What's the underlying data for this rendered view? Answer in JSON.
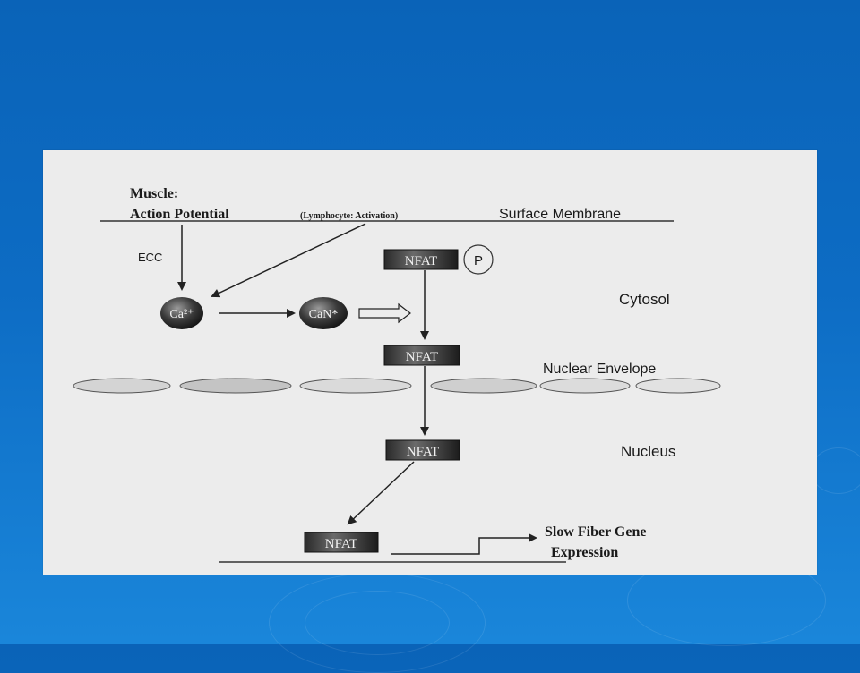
{
  "slide": {
    "background": "#0d6cc4",
    "figure_background": "#ececec"
  },
  "diagram": {
    "muscle_label": "Muscle:",
    "action_potential_label": "Action Potential",
    "lymphocyte_label": "(Lymphocyte: Activation)",
    "surface_membrane_label": "Surface Membrane",
    "ecc_label": "ECC",
    "ca_label": "Ca²⁺",
    "can_label": "CaN*",
    "nfat_label": "NFAT",
    "phosphate_label": "P",
    "cytosol_label": "Cytosol",
    "nuclear_envelope_label": "Nuclear Envelope",
    "nucleus_label": "Nucleus",
    "slow_fiber_line1": "Slow Fiber Gene",
    "slow_fiber_line2": "Expression"
  }
}
